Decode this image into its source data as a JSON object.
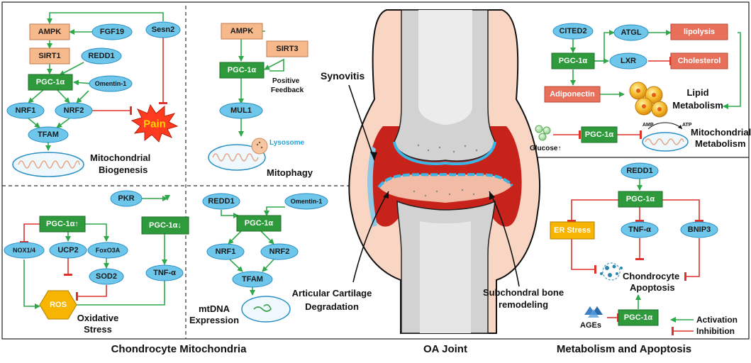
{
  "colors": {
    "activation": "#2fa84a",
    "inhibition": "#e0312b",
    "ellipse_fill": "#6ec6ea",
    "ellipse_stroke": "#2a8fc4",
    "orange_box": "#f6b98c",
    "green_box": "#2e9a3c",
    "red_box": "#e8705a",
    "yellow_box": "#f7b400",
    "bone": "#cfcfcf",
    "cartilage": "#f6c2a9",
    "synovium": "#c8231a"
  },
  "panel1": {
    "ampk": "AMPK",
    "fgf19": "FGF19",
    "sesn2": "Sesn2",
    "sirt1": "SIRT1",
    "redd1": "REDD1",
    "pgc1a": "PGC-1α",
    "omentin": "Omentin-1",
    "nrf1": "NRF1",
    "nrf2": "NRF2",
    "tfam": "TFAM",
    "pain": "Pain",
    "title1": "Mitochondrial",
    "title2": "Biogenesis"
  },
  "panel2": {
    "ampk": "AMPK",
    "sirt3": "SIRT3",
    "pgc1a": "PGC-1α",
    "feedback1": "Positive",
    "feedback2": "Feedback",
    "mul1": "MUL1",
    "lysosome": "Lysosome",
    "title": "Mitophagy"
  },
  "panel3": {
    "pkr": "PKR",
    "pgc1a_up": "PGC-1α↑",
    "pgc1a_down": "PGC-1α↓",
    "nox": "NOX1/4",
    "ucp2": "UCP2",
    "foxo3a": "FoxO3A",
    "sod2": "SOD2",
    "tnfa": "TNF-α",
    "ros": "ROS",
    "title1": "Oxidative",
    "title2": "Stress"
  },
  "panel4": {
    "redd1": "REDD1",
    "omentin": "Omentin-1",
    "pgc1a": "PGC-1α",
    "nrf1": "NRF1",
    "nrf2": "NRF2",
    "tfam": "TFAM",
    "title1": "mtDNA",
    "title2": "Expression"
  },
  "joint": {
    "synovitis": "Synovitis",
    "cartilage1": "Articular Cartilage",
    "cartilage2": "Degradation",
    "subchondral1": "Subchondral bone",
    "subchondral2": "remodeling"
  },
  "lipid": {
    "cited2": "CITED2",
    "atgl": "ATGL",
    "lipolysis": "lipolysis",
    "pgc1a": "PGC-1α",
    "lxr": "LXR",
    "cholesterol": "Cholesterol",
    "adiponectin": "Adiponectin",
    "title1": "Lipid",
    "title2": "Metabolism"
  },
  "mito_metab": {
    "glucose": "Glucose↑",
    "pgc1a": "PGC-1α",
    "amp": "AMP",
    "atp": "ATP",
    "title1": "Mitochondrial",
    "title2": "Metabolism"
  },
  "apoptosis": {
    "redd1": "REDD1",
    "pgc1a": "PGC-1α",
    "er_stress": "ER Stress",
    "tnfa": "TNF-α",
    "bnip3": "BNIP3",
    "title1": "Chondrocyte",
    "title2": "Apoptosis",
    "ages": "AGEs",
    "pgc1a_bottom": "PGC-1α"
  },
  "legend": {
    "activation": "Activation",
    "inhibition": "Inhibition"
  },
  "footer": {
    "left": "Chondrocyte Mitochondria",
    "center": "OA Joint",
    "right": "Metabolism and Apoptosis"
  }
}
